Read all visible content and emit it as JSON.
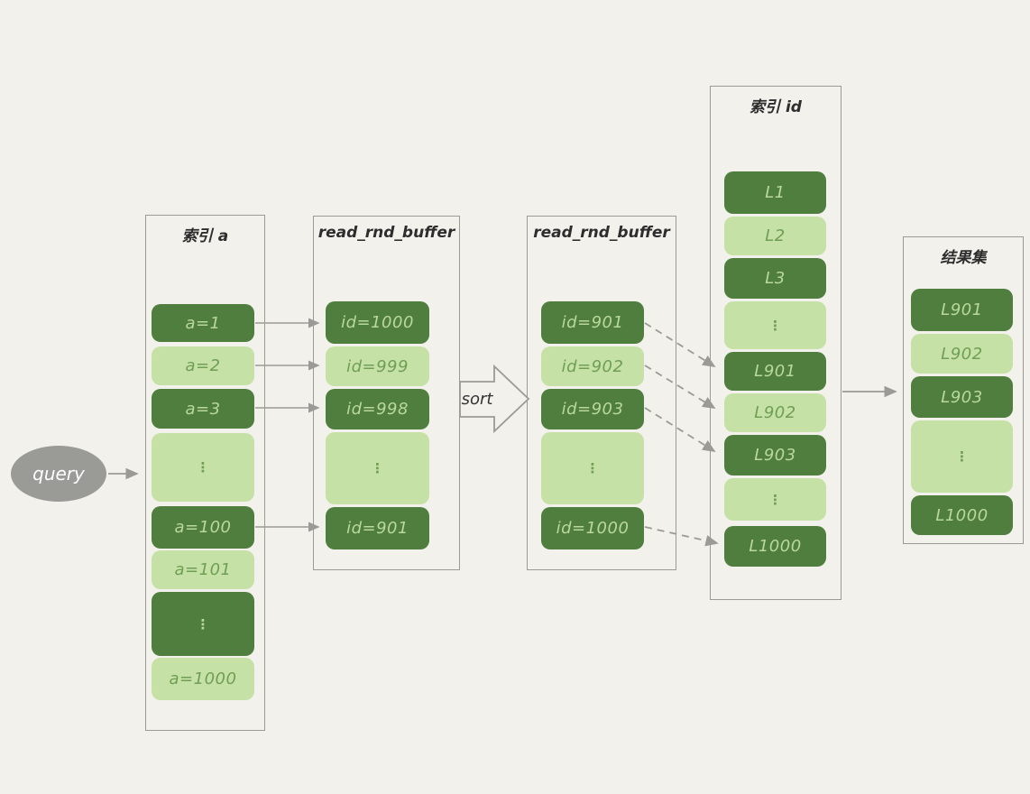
{
  "colors": {
    "background": "#f3f1ec",
    "box_border": "#9a9a96",
    "arrow": "#9a9a96",
    "cell_dark_green": "#4f7e3e",
    "cell_light_green": "#c6e1a5",
    "cell_dark_text": "#bad89c",
    "cell_light_text": "#6f9e55",
    "title_text": "#2d2d2d",
    "query_fill": "#9a9a96",
    "query_text": "#ffffff"
  },
  "query": {
    "label": "query"
  },
  "sort": {
    "label": "sort"
  },
  "columns": [
    {
      "title": "索引 a",
      "cells": [
        {
          "label": "a=1",
          "tone": "dark"
        },
        {
          "label": "a=2",
          "tone": "light"
        },
        {
          "label": "a=3",
          "tone": "dark"
        },
        {
          "label": "⋮",
          "tone": "light"
        },
        {
          "label": "a=100",
          "tone": "dark"
        },
        {
          "label": "a=101",
          "tone": "light"
        },
        {
          "label": "⋮",
          "tone": "dark"
        },
        {
          "label": "a=1000",
          "tone": "light"
        }
      ]
    },
    {
      "title": "read_rnd_buffer",
      "cells": [
        {
          "label": "id=1000",
          "tone": "dark"
        },
        {
          "label": "id=999",
          "tone": "light"
        },
        {
          "label": "id=998",
          "tone": "dark"
        },
        {
          "label": "⋮",
          "tone": "light"
        },
        {
          "label": "id=901",
          "tone": "dark"
        }
      ]
    },
    {
      "title": "read_rnd_buffer",
      "cells": [
        {
          "label": "id=901",
          "tone": "dark"
        },
        {
          "label": "id=902",
          "tone": "light"
        },
        {
          "label": "id=903",
          "tone": "dark"
        },
        {
          "label": "⋮",
          "tone": "light"
        },
        {
          "label": "id=1000",
          "tone": "dark"
        }
      ]
    },
    {
      "title": "索引 id",
      "cells": [
        {
          "label": "L1",
          "tone": "dark"
        },
        {
          "label": "L2",
          "tone": "light"
        },
        {
          "label": "L3",
          "tone": "dark"
        },
        {
          "label": "⋮",
          "tone": "light"
        },
        {
          "label": "L901",
          "tone": "dark"
        },
        {
          "label": "L902",
          "tone": "light"
        },
        {
          "label": "L903",
          "tone": "dark"
        },
        {
          "label": "⋮",
          "tone": "light"
        },
        {
          "label": "L1000",
          "tone": "dark"
        }
      ]
    },
    {
      "title": "结果集",
      "cells": [
        {
          "label": "L901",
          "tone": "dark"
        },
        {
          "label": "L902",
          "tone": "light"
        },
        {
          "label": "L903",
          "tone": "dark"
        },
        {
          "label": "⋮",
          "tone": "light"
        },
        {
          "label": "L1000",
          "tone": "dark"
        }
      ]
    }
  ]
}
